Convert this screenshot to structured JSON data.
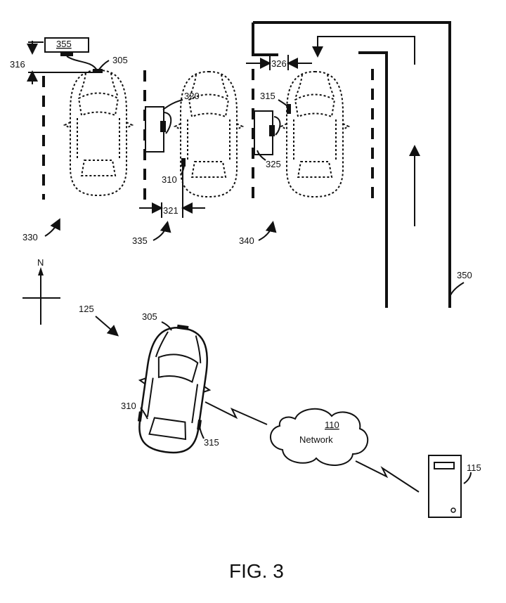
{
  "figure": {
    "caption": "FIG. 3",
    "network_label": "Network",
    "refs": {
      "r355": "355",
      "r305a": "305",
      "r316": "316",
      "r320": "320",
      "r315a": "315",
      "r326": "326",
      "r310a": "310",
      "r325": "325",
      "r321": "321",
      "r330": "330",
      "r335": "335",
      "r340": "340",
      "r350": "350",
      "north": "N",
      "r125": "125",
      "r305b": "305",
      "r310b": "310",
      "r315b": "315",
      "r110": "110",
      "r115": "115"
    }
  }
}
